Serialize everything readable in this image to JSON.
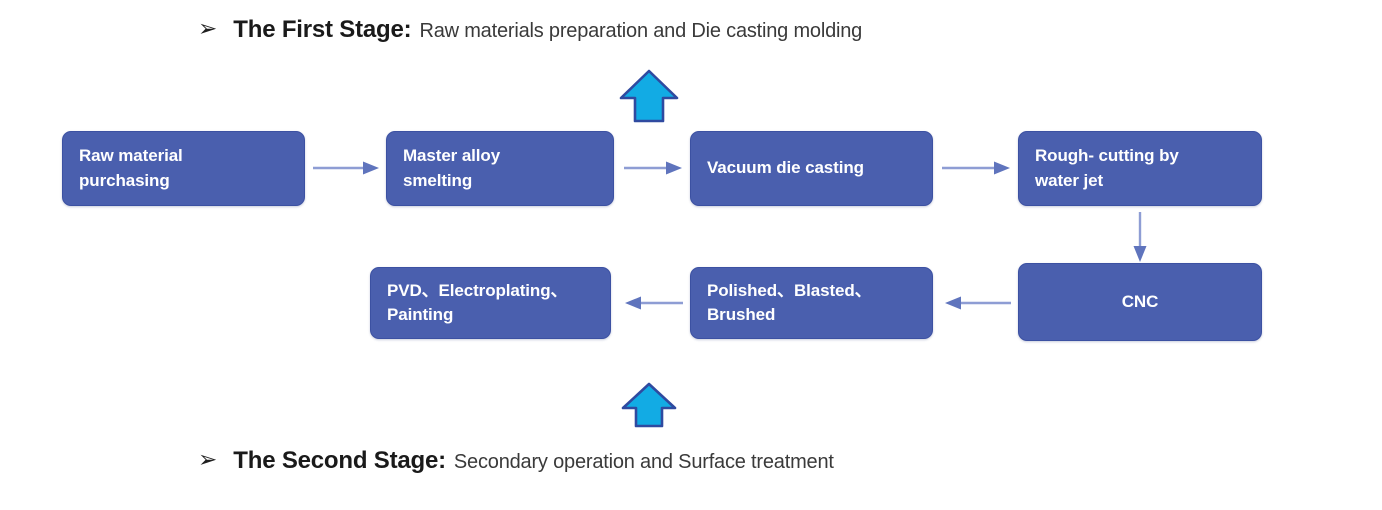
{
  "page": {
    "background_color": "#ffffff",
    "box_fill_color": "#4a5fae",
    "box_border_color": "#3c51a2",
    "connector_color": "#8e9dd4",
    "stage_arrow_color": "#12abe4",
    "stage_arrow_outline_color": "#2f4aa0"
  },
  "headings": {
    "first": {
      "bullet": "➢",
      "title": "The First Stage:",
      "subtitle": "Raw materials preparation and Die casting molding"
    },
    "second": {
      "bullet": "➢",
      "title": "The Second Stage:",
      "subtitle": "Secondary operation and Surface treatment"
    }
  },
  "flow": {
    "row1": [
      {
        "id": "raw-material-purchasing",
        "lines": [
          "Raw material",
          "purchasing"
        ],
        "align": "left"
      },
      {
        "id": "master-alloy-smelting",
        "lines": [
          "Master alloy",
          "smelting"
        ],
        "align": "left"
      },
      {
        "id": "vacuum-die-casting",
        "lines": [
          "Vacuum die casting"
        ],
        "align": "left"
      },
      {
        "id": "rough-cutting-water-jet",
        "lines": [
          "Rough- cutting by",
          "water jet"
        ],
        "align": "left"
      }
    ],
    "row2": [
      {
        "id": "pvd-electroplating-painting",
        "lines": [
          "PVD、Electroplating、",
          "Painting"
        ],
        "align": "left"
      },
      {
        "id": "polished-blasted-brushed",
        "lines": [
          "Polished、Blasted、",
          "Brushed"
        ],
        "align": "left"
      },
      {
        "id": "cnc",
        "lines": [
          "CNC"
        ],
        "align": "center"
      }
    ],
    "connectors": [
      {
        "id": "arrow-raw-to-master",
        "direction": "right"
      },
      {
        "id": "arrow-master-to-vacuum",
        "direction": "right"
      },
      {
        "id": "arrow-vacuum-to-rough",
        "direction": "right"
      },
      {
        "id": "arrow-rough-to-cnc",
        "direction": "down"
      },
      {
        "id": "arrow-cnc-to-polished",
        "direction": "left"
      },
      {
        "id": "arrow-polished-to-pvd",
        "direction": "left"
      }
    ],
    "stage_arrows": [
      {
        "id": "stage-arrow-first",
        "direction": "up"
      },
      {
        "id": "stage-arrow-second",
        "direction": "up"
      }
    ]
  }
}
